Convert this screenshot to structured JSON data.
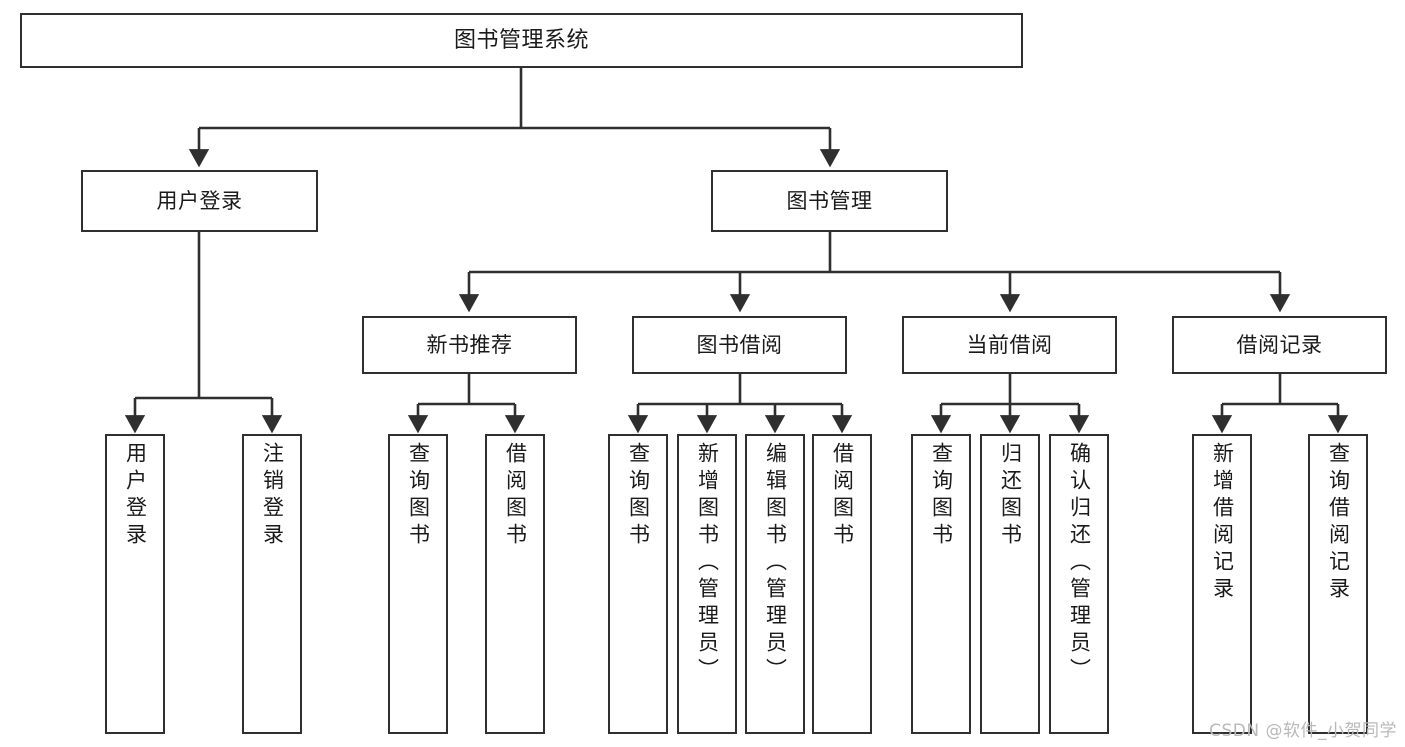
{
  "diagram": {
    "title": "图书管理系统",
    "watermark": "CSDN @软件_小贺同学",
    "line_color": "#2f2f2f",
    "box_fill": "#ffffff",
    "text_color": "#1a1a1a",
    "root": {
      "label": "图书管理系统"
    },
    "level2": [
      {
        "label": "用户登录"
      },
      {
        "label": "图书管理"
      }
    ],
    "level3": [
      {
        "label": "新书推荐"
      },
      {
        "label": "图书借阅"
      },
      {
        "label": "当前借阅"
      },
      {
        "label": "借阅记录"
      }
    ],
    "leaves": {
      "user_login": [
        {
          "label": "用户登录"
        },
        {
          "label": "注销登录"
        }
      ],
      "new_book_recommend": [
        {
          "label": "查询图书"
        },
        {
          "label": "借阅图书"
        }
      ],
      "book_borrow": [
        {
          "label": "查询图书"
        },
        {
          "label": "新增图书（管理员）"
        },
        {
          "label": "编辑图书（管理员）"
        },
        {
          "label": "借阅图书"
        }
      ],
      "current_borrow": [
        {
          "label": "查询图书"
        },
        {
          "label": "归还图书"
        },
        {
          "label": "确认归还（管理员）"
        }
      ],
      "borrow_record": [
        {
          "label": "新增借阅记录"
        },
        {
          "label": "查询借阅记录"
        }
      ]
    }
  }
}
